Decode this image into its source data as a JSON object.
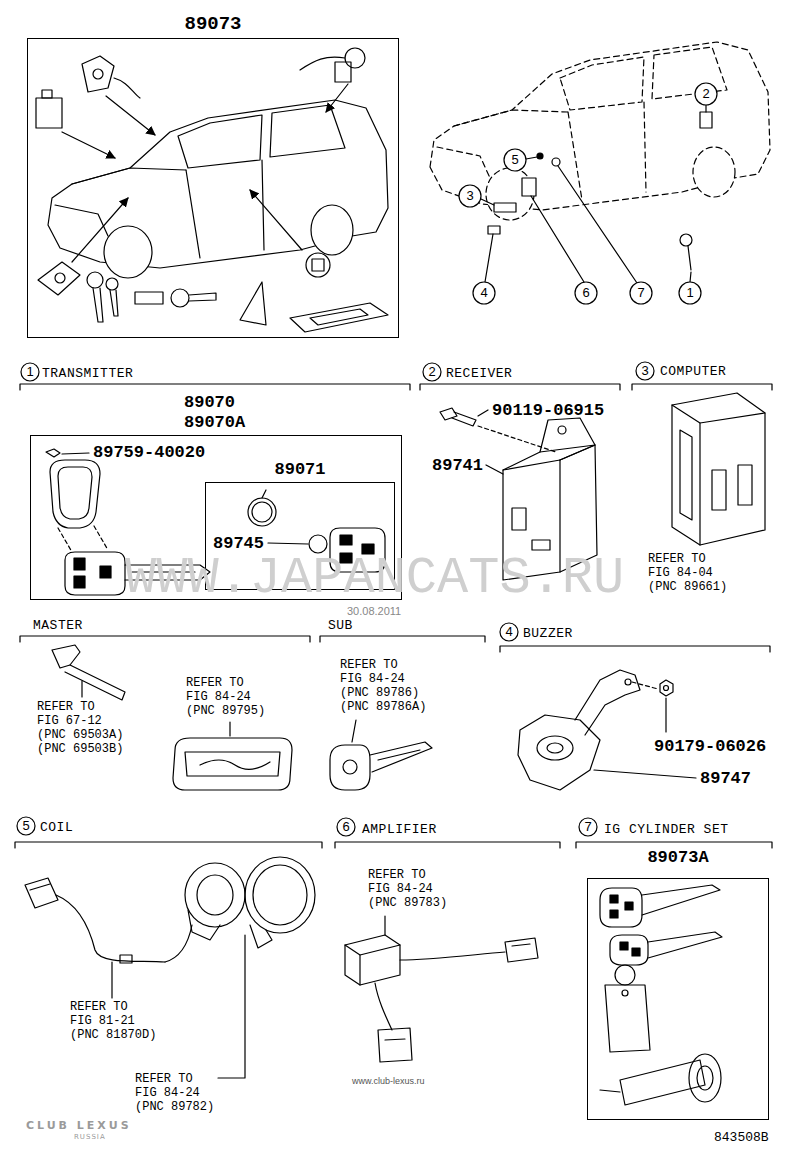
{
  "diagram": {
    "nodes": [
      {
        "text": [
          "89073"
        ]
      },
      {
        "text": [
          "TRANSMITTER"
        ]
      },
      {
        "text": [
          "89070 89070A"
        ],
        "in": 1
      },
      {
        "text": [
          "89071"
        ],
        "in": 2
      },
      {
        "text": [
          "RECEIVER"
        ]
      },
      {
        "text": [
          "COMPUTER"
        ]
      },
      {
        "text": [
          "MASTER"
        ]
      },
      {
        "text": [
          "SUB"
        ]
      },
      {
        "text": [
          "BUZZER"
        ]
      },
      {
        "text": [
          "COIL"
        ]
      },
      {
        "text": [
          "AMPLIFIER"
        ]
      },
      {
        "text": [
          "IG CYLINDER SET"
        ]
      },
      {
        "text": [
          "89073A"
        ],
        "in": 11
      }
    ],
    "labels": [
      "2",
      "5",
      "3",
      "4",
      "6",
      "7",
      "1",
      "1",
      "89759-40020",
      "89745",
      "2",
      "90119-06915",
      "89741",
      "3",
      "REFER TO FIG 84-04 (PNC 89661)",
      "WWW.JAPANCATS.RU",
      "30.08.2011",
      "REFER TO FIG 67-12 (PNC 69503A) (PNC 69503B)",
      "REFER TO FIG 84-24 (PNC 89795)",
      "REFER TO FIG 84-24 (PNC 89786) (PNC 89786A)",
      "4",
      "90179-06026",
      "89747",
      "5",
      "6",
      "7",
      "REFER TO FIG 84-24 (PNC 89783)",
      "REFER TO FIG 81-21 (PNC 81870D)",
      "REFER TO FIG 84-24 (PNC 89782)",
      "www.club-lexus.ru",
      "CLUB LEXUS",
      "RUSSIA",
      "843508B"
    ]
  }
}
